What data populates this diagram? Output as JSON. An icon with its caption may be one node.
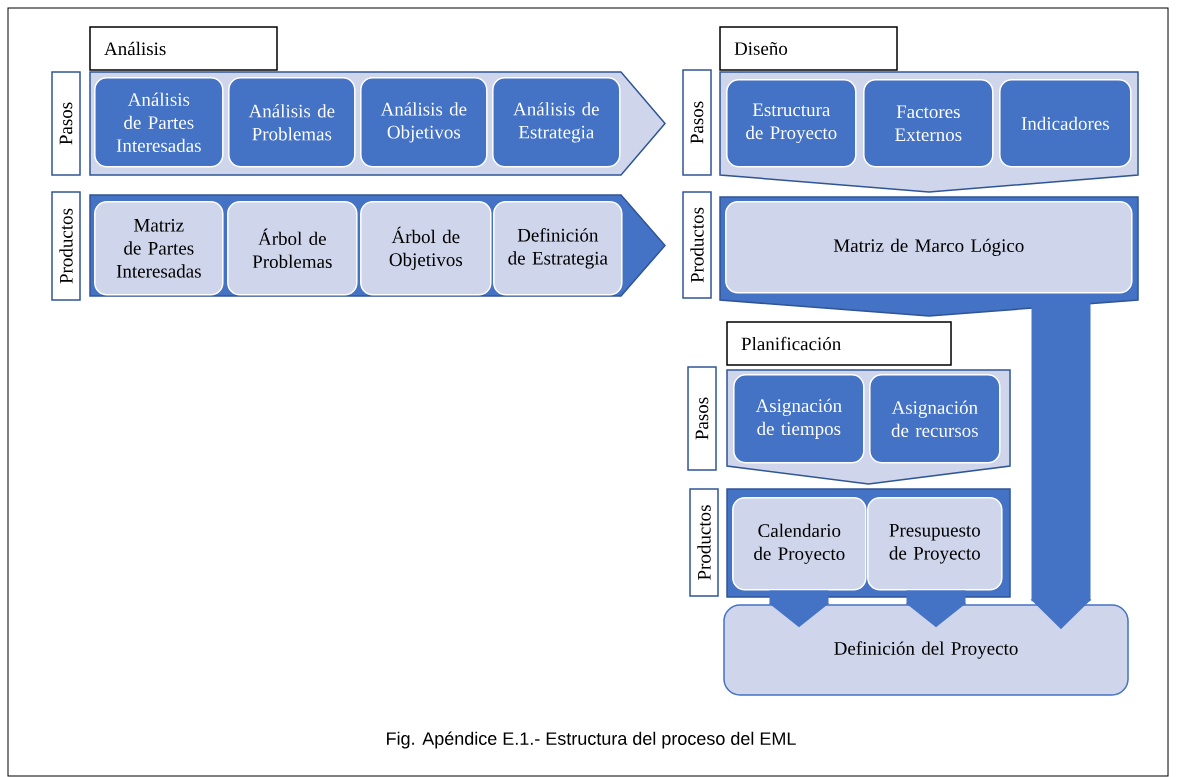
{
  "diagram": {
    "caption": "Fig. Apéndice E.1.- Estructura del proceso del EML",
    "nodes": [
      {
        "text": [
          "Análisis"
        ]
      },
      {
        "text": [
          "Pasos"
        ]
      },
      {
        "text": [],
        "shape": "chevron"
      },
      {
        "text": [
          "Análisis de Partes Interesadas"
        ],
        "in": 2
      },
      {
        "text": [
          "Análisis de Problemas"
        ],
        "in": 2
      },
      {
        "text": [
          "Análisis de Objetivos"
        ],
        "in": 2
      },
      {
        "text": [
          "Análisis de Estrategia"
        ],
        "in": 2
      },
      {
        "text": [
          "Productos"
        ]
      },
      {
        "text": [],
        "shape": "chevron"
      },
      {
        "text": [
          "Matriz de Partes Interesadas"
        ],
        "in": 8
      },
      {
        "text": [
          "Árbol de Problemas"
        ],
        "in": 8
      },
      {
        "text": [
          "Árbol de Objetivos"
        ],
        "in": 8
      },
      {
        "text": [
          "Definición de Estrategia"
        ],
        "in": 8
      },
      {
        "text": [
          "Diseño"
        ]
      },
      {
        "text": [
          "Pasos"
        ]
      },
      {
        "text": [],
        "shape": "pentagon"
      },
      {
        "text": [
          "Estructura de Proyecto"
        ],
        "in": 15
      },
      {
        "text": [
          "Factores Externos"
        ],
        "in": 15
      },
      {
        "text": [
          "Indicadores"
        ],
        "in": 15
      },
      {
        "text": [
          "Productos"
        ]
      },
      {
        "text": [],
        "shape": "pentagon"
      },
      {
        "text": [
          "Matriz de Marco Lógico"
        ],
        "in": 20
      },
      {
        "text": [
          "Planificación"
        ]
      },
      {
        "text": [
          "Pasos"
        ]
      },
      {
        "text": [],
        "shape": "pentagon"
      },
      {
        "text": [
          "Asignación de tiempos"
        ],
        "in": 24
      },
      {
        "text": [
          "Asignación de recursos"
        ],
        "in": 24
      },
      {
        "text": [
          "Productos"
        ]
      },
      {
        "text": [],
        "shape": "box"
      },
      {
        "text": [
          "Calendario de Proyecto"
        ],
        "in": 28
      },
      {
        "text": [
          "Presupuesto de Proyecto"
        ],
        "in": 28
      },
      {
        "text": [
          "Definición del Proyecto"
        ]
      }
    ],
    "edges": [
      {
        "from": 20,
        "to": 31,
        "arrow": "to"
      },
      {
        "from": 29,
        "to": 31,
        "arrow": "to"
      },
      {
        "from": 30,
        "to": 31,
        "arrow": "to"
      }
    ]
  }
}
